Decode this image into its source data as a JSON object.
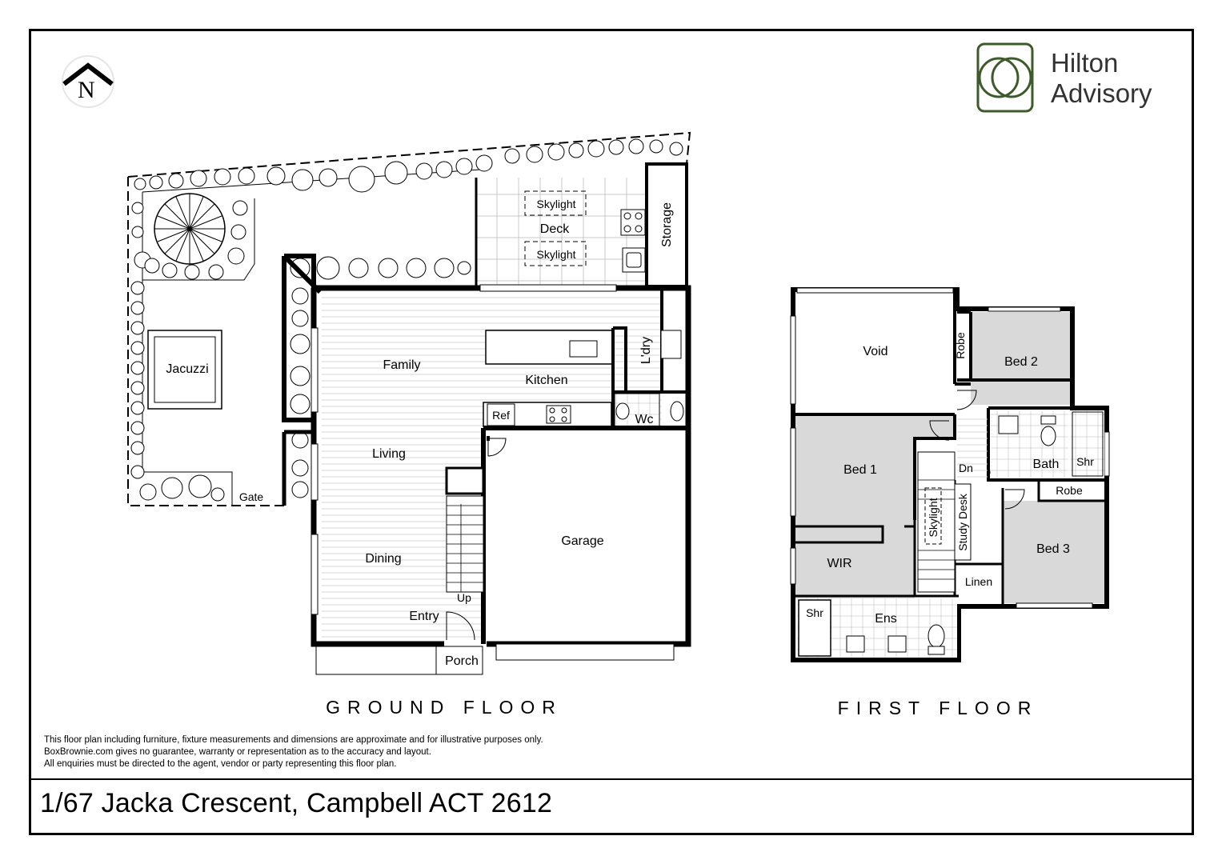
{
  "brand": {
    "line1": "Hilton",
    "line2": "Advisory",
    "color": "#3d5a2a"
  },
  "north": {
    "letter": "N"
  },
  "ground_floor": {
    "title": "GROUND FLOOR",
    "rooms": {
      "jacuzzi": "Jacuzzi",
      "gate": "Gate",
      "skylight1": "Skylight",
      "deck": "Deck",
      "skylight2": "Skylight",
      "storage": "Storage",
      "family": "Family",
      "kitchen": "Kitchen",
      "laundry": "L'dry",
      "ref": "Ref",
      "wc": "Wc",
      "living": "Living",
      "garage": "Garage",
      "dining": "Dining",
      "up": "Up",
      "entry": "Entry",
      "porch": "Porch"
    }
  },
  "first_floor": {
    "title": "FIRST FLOOR",
    "rooms": {
      "void": "Void",
      "robe1": "Robe",
      "bed2": "Bed 2",
      "bed1": "Bed 1",
      "dn": "Dn",
      "bath": "Bath",
      "shr1": "Shr",
      "robe2": "Robe",
      "skylight": "Skylight",
      "study": "Study Desk",
      "bed3": "Bed 3",
      "wir": "WIR",
      "linen": "Linen",
      "shr2": "Shr",
      "ens": "Ens"
    }
  },
  "disclaimer": [
    "This floor plan including furniture, fixture measurements and dimensions are approximate and for illustrative purposes only.",
    "BoxBrownie.com gives no guarantee, warranty or representation as to the accuracy and layout.",
    "All enquiries must be directed to the agent, vendor or party representing this floor plan."
  ],
  "address": "1/67 Jacka Crescent, Campbell ACT 2612"
}
